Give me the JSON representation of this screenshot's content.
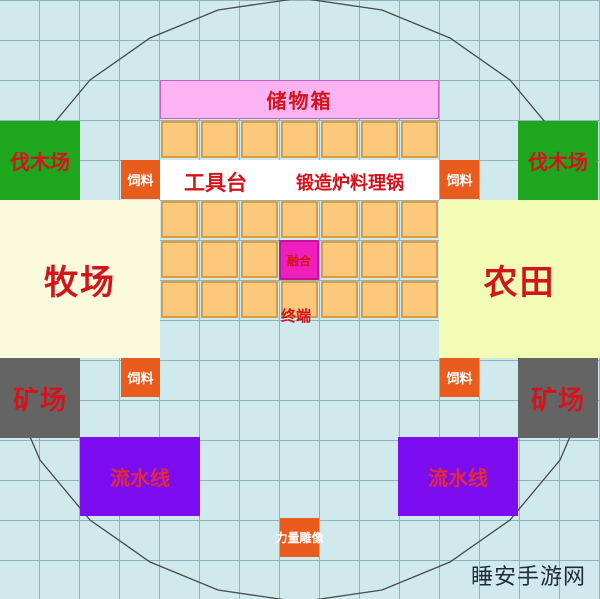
{
  "map": {
    "storage_label": "储物箱",
    "workbench_label": "工具台",
    "forge_label": "锻造炉料理锅",
    "pasture_label": "牧场",
    "farm_label": "农田",
    "lumber_left_label": "伐木场",
    "lumber_right_label": "伐木场",
    "mine_left_label": "矿场",
    "mine_right_label": "矿场",
    "line_left_label": "流水线",
    "line_right_label": "流水线",
    "feed_labels": [
      "饲料",
      "饲料",
      "饲料",
      "饲料"
    ],
    "merge_label": "融合",
    "terminal_label": "终端",
    "statue_label": "力量雕像"
  },
  "watermark": "睡安手游网",
  "colors": {
    "grid_bg": "#cfe9ec",
    "storage": "#fbb3f3",
    "lumber": "#1ea61e",
    "feed": "#ea5b1e",
    "pasture": "#fafadc",
    "farm": "#f3fcb4",
    "mine": "#646464",
    "assembly_line": "#7b0df0",
    "crate": "#fcc97c",
    "merge": "#ef1fbe",
    "label_red": "#d4141c"
  }
}
